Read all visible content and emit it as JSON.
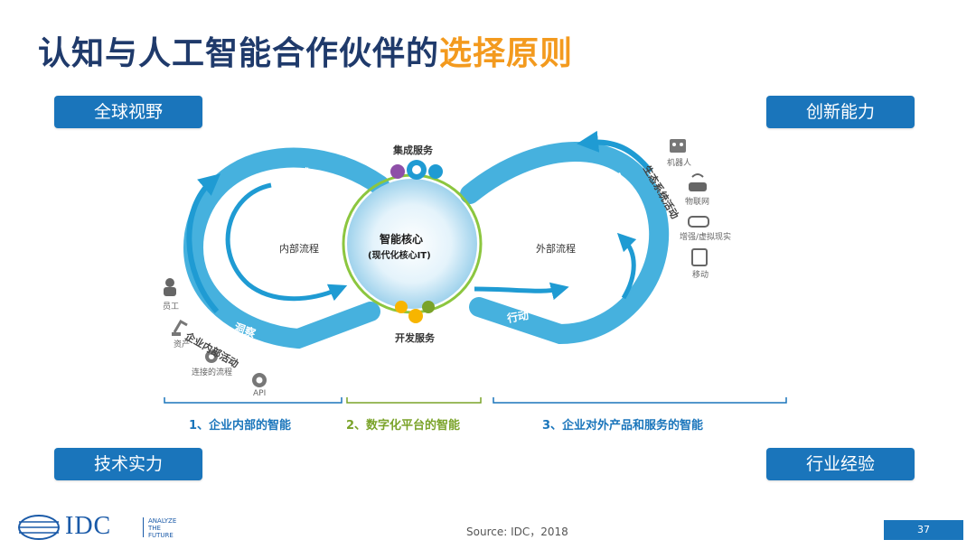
{
  "title": {
    "main": "认知与人工智能合作伙伴的",
    "highlight": "选择原则"
  },
  "corner_pills": {
    "top_left": "全球视野",
    "top_right": "创新能力",
    "bottom_left": "技术实力",
    "bottom_right": "行业经验"
  },
  "diagram": {
    "center_title": "智能核心",
    "center_subtitle": "(现代化核心IT)",
    "top_service": "集成服务",
    "bottom_service": "开发服务",
    "left_loop_label": "内部流程",
    "right_loop_label": "外部流程",
    "left_arrow_top": "数据",
    "left_arrow_bottom": "洞察",
    "right_arrow_top": "数据",
    "right_arrow_bottom": "行动",
    "left_activity": "企业内部活动",
    "right_activity": "生态系统活动",
    "left_icons": [
      {
        "icon": "person-icon",
        "label": "员工"
      },
      {
        "icon": "robot-arm-icon",
        "label": "资产"
      },
      {
        "icon": "gear-icon",
        "label": "连接的流程"
      },
      {
        "icon": "api-gear-icon",
        "label": "API"
      }
    ],
    "right_icons": [
      {
        "icon": "robot-icon",
        "label": "机器人"
      },
      {
        "icon": "car-wifi-icon",
        "label": "物联网"
      },
      {
        "icon": "vr-glasses-icon",
        "label": "增强/虚拟现实"
      },
      {
        "icon": "tablet-icon",
        "label": "移动"
      }
    ]
  },
  "categories": [
    {
      "label": "1、企业内部的智能",
      "color": "#1a75bb"
    },
    {
      "label": "2、数字化平台的智能",
      "color": "#7aa329"
    },
    {
      "label": "3、企业对外产品和服务的智能",
      "color": "#1a75bb"
    }
  ],
  "footer": {
    "source": "Source: IDC，2018",
    "page": "37",
    "logo_text": "IDC",
    "logo_tagline": [
      "ANALYZE",
      "THE",
      "FUTURE"
    ]
  }
}
